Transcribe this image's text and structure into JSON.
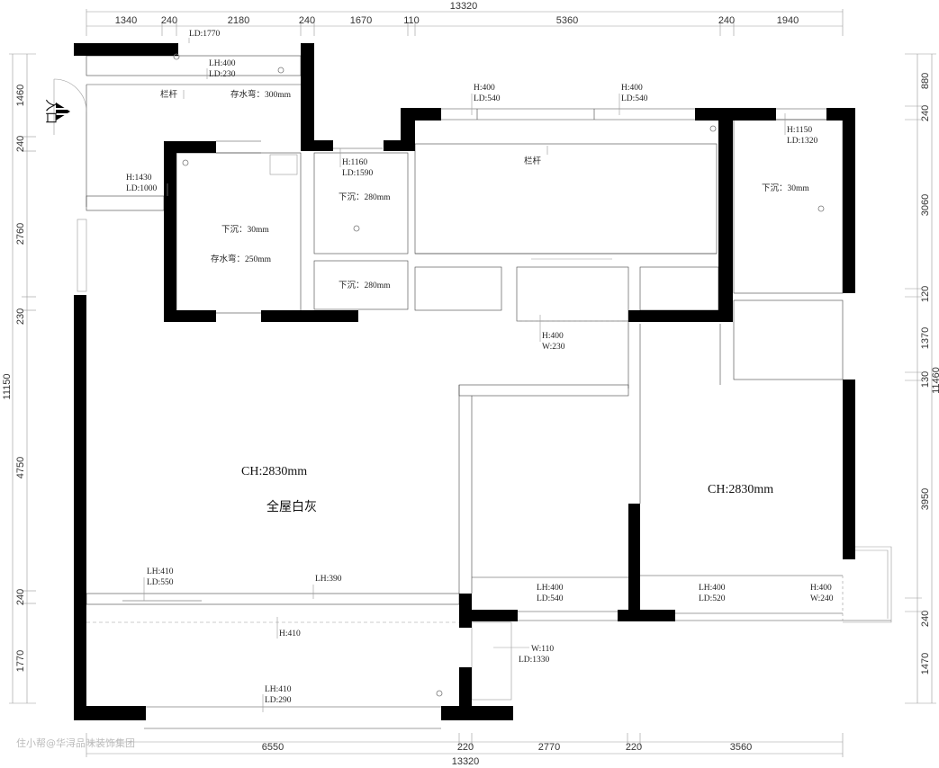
{
  "dims": {
    "top_total": "13320",
    "top": [
      "1340",
      "240",
      "2180",
      "240",
      "1670",
      "110",
      "5360",
      "240",
      "1940"
    ],
    "bottom_total": "13320",
    "bottom": [
      "6550",
      "220",
      "2770",
      "220",
      "3560"
    ],
    "left_total": "11150",
    "left": [
      "1460",
      "240",
      "2760",
      "230",
      "4750",
      "240",
      "1770"
    ],
    "right_total": "11460",
    "right": [
      "880",
      "240",
      "3060",
      "120",
      "1370",
      "130",
      "3950",
      "240",
      "1470"
    ]
  },
  "entrance": "入口",
  "labels": {
    "ld1770": "LD:1770",
    "lh400_ld230": [
      "LH:400",
      "LD:230"
    ],
    "railing1": "栏杆",
    "water_trap300": "存水弯：300mm",
    "h400_ld540_a": [
      "H:400",
      "LD:540"
    ],
    "h400_ld540_b": [
      "H:400",
      "LD:540"
    ],
    "h1150_ld1320": [
      "H:1150",
      "LD:1320"
    ],
    "h1430_ld1000": [
      "H:1430",
      "LD:1000"
    ],
    "h1160_ld1590": [
      "H:1160",
      "LD:1590"
    ],
    "railing2": "栏杆",
    "sink30_a": "下沉：30mm",
    "water_trap250": "存水弯：250mm",
    "sink280_a": "下沉：280mm",
    "sink280_b": "下沉：280mm",
    "sink30_b": "下沉：30mm",
    "h400_w230": [
      "H:400",
      "W:230"
    ],
    "ch_left": "CH:2830mm",
    "whole_house": "全屋白灰",
    "ch_right": "CH:2830mm",
    "lh410_ld550": [
      "LH:410",
      "LD:550"
    ],
    "lh390": "LH:390",
    "h410": "H:410",
    "lh400_ld540": [
      "LH:400",
      "LD:540"
    ],
    "lh400_ld520": [
      "LH:400",
      "LD:520"
    ],
    "h400_w240": [
      "H:400",
      "W:240"
    ],
    "w110_ld1330": [
      "W:110",
      "LD:1330"
    ],
    "lh410_ld290": [
      "LH:410",
      "LD:290"
    ]
  },
  "watermark": "住小帮@华浔品味装饰集团"
}
